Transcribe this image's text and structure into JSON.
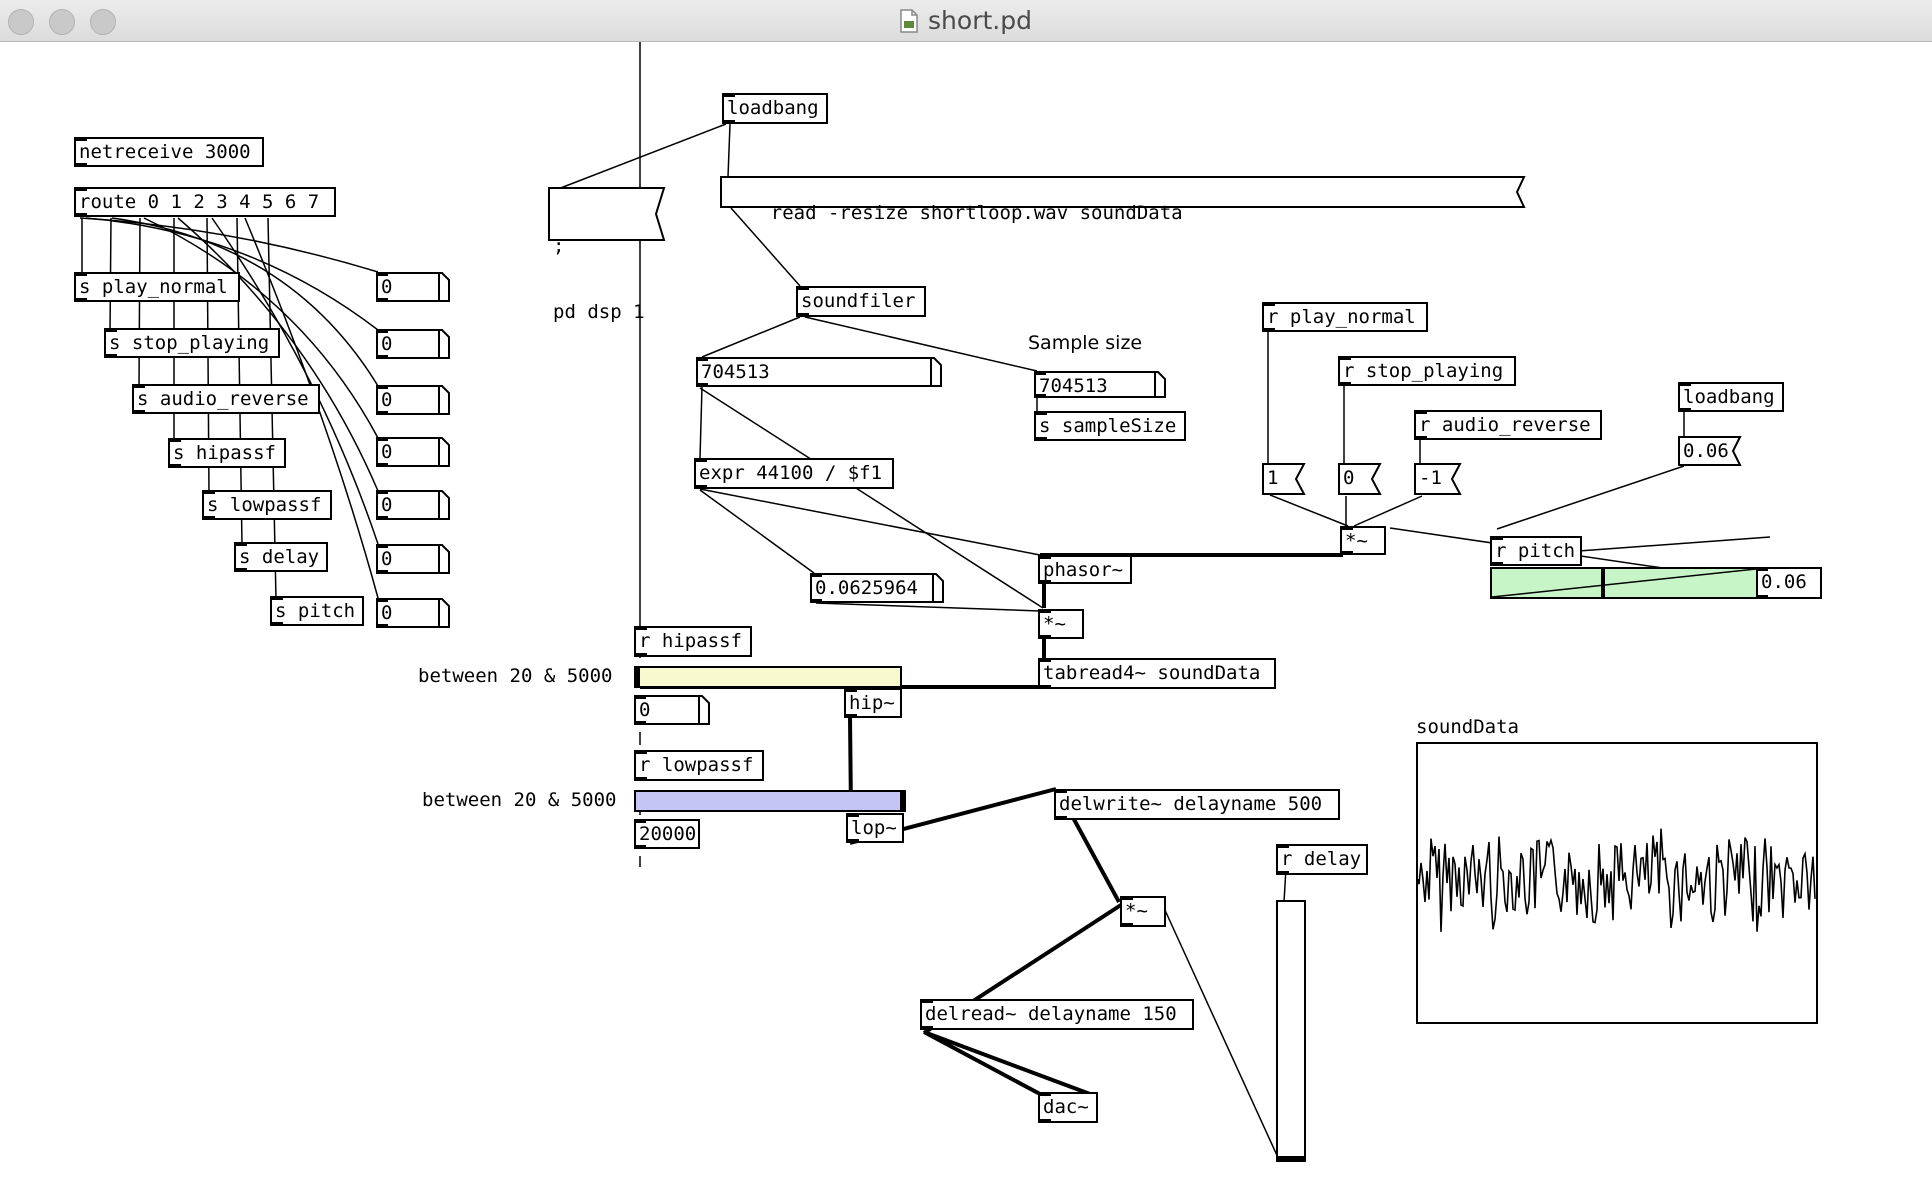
{
  "window": {
    "title": "short.pd",
    "buttons": [
      "close",
      "minimize",
      "zoom"
    ]
  },
  "colors": {
    "hipassf_slider": "#f9f9cf",
    "lowpassf_slider": "#c5c5f5",
    "pitch_slider": "#c8f5c8"
  },
  "objects": {
    "netreceive": "netreceive 3000",
    "route": "route 0 1 2 3 4 5 6 7",
    "s_play_normal": "s play_normal",
    "s_stop_playing": "s stop_playing",
    "s_audio_reverse": "s audio_reverse",
    "s_hipassf": "s hipassf",
    "s_lowpassf": "s lowpassf",
    "s_delay": "s delay",
    "s_pitch": "s pitch",
    "loadbang_main": "loadbang",
    "soundfiler": "soundfiler",
    "expr": "expr 44100 / $f1",
    "s_samplesize": "s sampleSize",
    "phasor": "phasor~",
    "mult_phasor": "*~",
    "tabread": "tabread4~ soundData",
    "r_hipassf": "r hipassf",
    "hip": "hip~",
    "r_lowpassf": "r lowpassf",
    "lop": "lop~",
    "delwrite": "delwrite~ delayname 500",
    "mult_delay": "*~",
    "delread": "delread~ delayname 150",
    "dac": "dac~",
    "r_delay": "r delay",
    "r_play_normal": "r play_normal",
    "r_stop_playing": "r stop_playing",
    "r_audio_reverse": "r audio_reverse",
    "loadbang_pitch": "loadbang",
    "r_pitch": "r pitch",
    "mult_speed": "*~"
  },
  "messages": {
    "pd_dsp_line1": ";",
    "pd_dsp_line2": "pd dsp 1",
    "read": "read -resize shortloop.wav soundData",
    "msg_1": "1",
    "msg_0": "0",
    "msg_neg1": "-1",
    "msg_006": "0.06"
  },
  "numbers": {
    "route_out_0": "0",
    "route_out_1": "0",
    "route_out_2": "0",
    "route_out_3": "0",
    "route_out_4": "0",
    "route_out_5": "0",
    "route_out_6": "0",
    "soundfiler_samples": "704513",
    "sample_size": "704513",
    "expr_result": "0.0625964",
    "hipassf_value": "0",
    "lowpassf_value": "20000",
    "pitch_value": "0.06"
  },
  "comments": {
    "sample_size_label": "Sample size",
    "hipassf_range": "between 20 & 5000",
    "lowpassf_range": "between 20 & 5000"
  },
  "array": {
    "name": "soundData"
  },
  "sliders": {
    "hipassf_position": 0.0,
    "lowpassf_position": 1.0,
    "pitch_position": 0.42,
    "delay_position": 0.0
  }
}
